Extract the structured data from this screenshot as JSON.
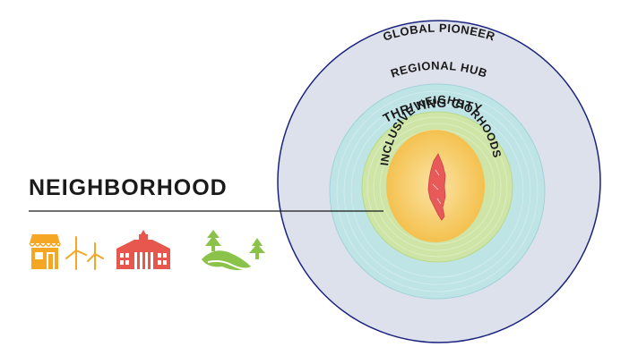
{
  "diagram": {
    "title": "NEIGHBORHOOD",
    "rings": [
      {
        "key": "global",
        "label": "GLOBAL PIONEER",
        "fill": "#dde1ec",
        "stroke": "#1a237e"
      },
      {
        "key": "regional",
        "label": "REGIONAL HUB",
        "fill": "#bfe4e6",
        "stroke": "#9fd3d7"
      },
      {
        "key": "city",
        "label": "THRIVING CITY",
        "fill": "#cfe5a7",
        "stroke": "#b8d98a"
      },
      {
        "key": "neighborhoods",
        "label": "INCLUSIVE NEIGHBORHOODS",
        "fill": "#f6cb6a",
        "stroke": "#f3c24e"
      }
    ],
    "icons": [
      {
        "name": "storefront-icon",
        "color": "#f5a623"
      },
      {
        "name": "wind-turbine-icon",
        "color": "#f5a623"
      },
      {
        "name": "town-hall-icon",
        "color": "#e8574e"
      },
      {
        "name": "park-icon",
        "color": "#8bc34a"
      }
    ],
    "colors": {
      "leader_line": "#1a1a1a",
      "map_shape": "#e85a5a"
    }
  }
}
